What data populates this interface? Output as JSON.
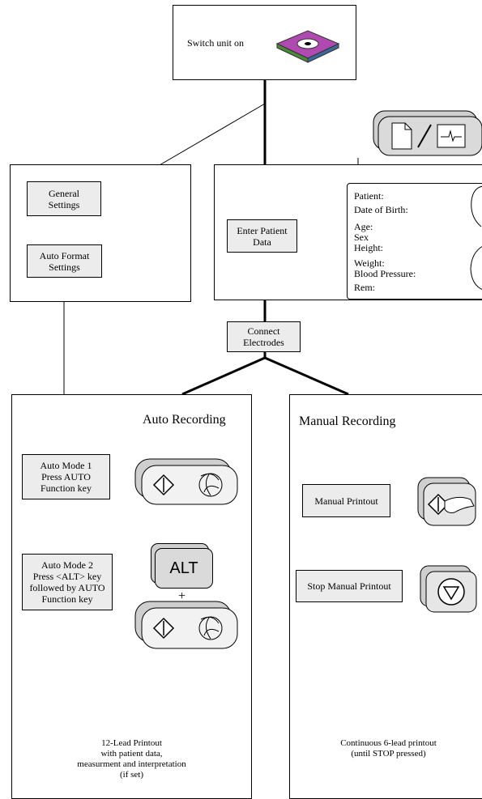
{
  "start": {
    "label": "Switch unit on",
    "icon": "disk-drive-icon"
  },
  "settings": {
    "general": "General\nSettings",
    "auto_format": "Auto Format\nSettings"
  },
  "patient": {
    "enter_label": "Enter Patient\nData",
    "keys_icon": "patient-data-ecg-key-icon",
    "fields": [
      "Patient:",
      "Date of Birth:",
      "Age:",
      "Sex",
      "Height:",
      "Weight:",
      "Blood Pressure:",
      "Rem:"
    ]
  },
  "connect_label": "Connect\nElectrodes",
  "auto": {
    "title": "Auto Recording",
    "mode1": "Auto Mode 1\nPress AUTO\nFunction key",
    "mode2": "Auto Mode 2\nPress <ALT> key\nfollowed by AUTO\nFunction key",
    "alt_key": "ALT",
    "plus": "+",
    "result": "12-Lead Printout\nwith patient data,\nmeasurment and interpretation\n(if set)"
  },
  "manual": {
    "title": "Manual Recording",
    "printout": "Manual Printout",
    "stop": "Stop Manual Printout",
    "result": "Continuous 6-lead printout\n(until STOP pressed)"
  }
}
